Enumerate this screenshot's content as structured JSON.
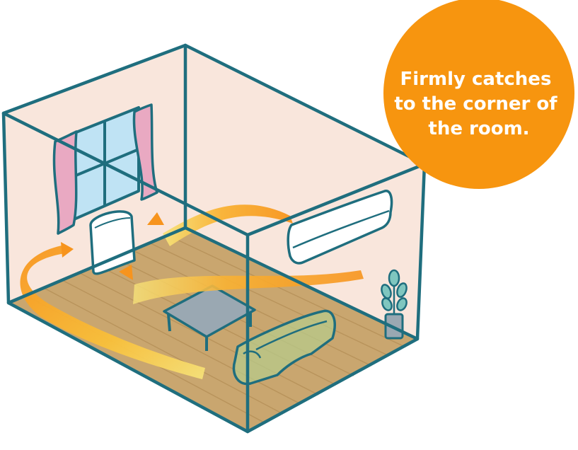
{
  "callout": {
    "lines": [
      "Firmly catches",
      "to the corner of",
      "the room."
    ]
  },
  "colors": {
    "outline": "#1f6e7e",
    "wall": "#f9e6dc",
    "floor": "#c9a66f",
    "window_glass": "#bfe3f4",
    "curtain": "#e9a9c2",
    "callout": "#f7950f",
    "airflow_orange": "#f7941d",
    "airflow_yellow": "#f5e26a",
    "furniture": "#9aa8b2",
    "plant": "#7fc6bf"
  },
  "icons": {
    "air_conditioner": "wall-air-conditioner-icon",
    "air_purifier": "air-purifier-icon",
    "sofa": "sofa-icon",
    "table": "table-icon",
    "plant": "potted-plant-icon"
  }
}
